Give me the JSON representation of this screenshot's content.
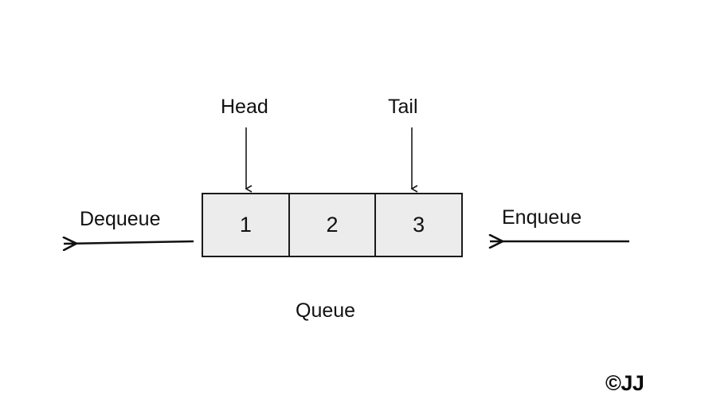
{
  "diagram": {
    "title": "Queue",
    "caption": "Queue",
    "pointers": [
      {
        "label": "Head",
        "target_cell": 0
      },
      {
        "label": "Tail",
        "target_cell": 2
      }
    ],
    "operations": [
      {
        "label": "Dequeue",
        "side": "left",
        "direction": "out-left"
      },
      {
        "label": "Enqueue",
        "side": "right",
        "direction": "in-left"
      }
    ],
    "cells": [
      {
        "value": "1"
      },
      {
        "value": "2"
      },
      {
        "value": "3"
      }
    ],
    "watermark": "©JJ",
    "colors": {
      "background": "#ffffff",
      "cell_fill": "#ececec",
      "stroke": "#1a1a1a",
      "text": "#111111"
    }
  }
}
